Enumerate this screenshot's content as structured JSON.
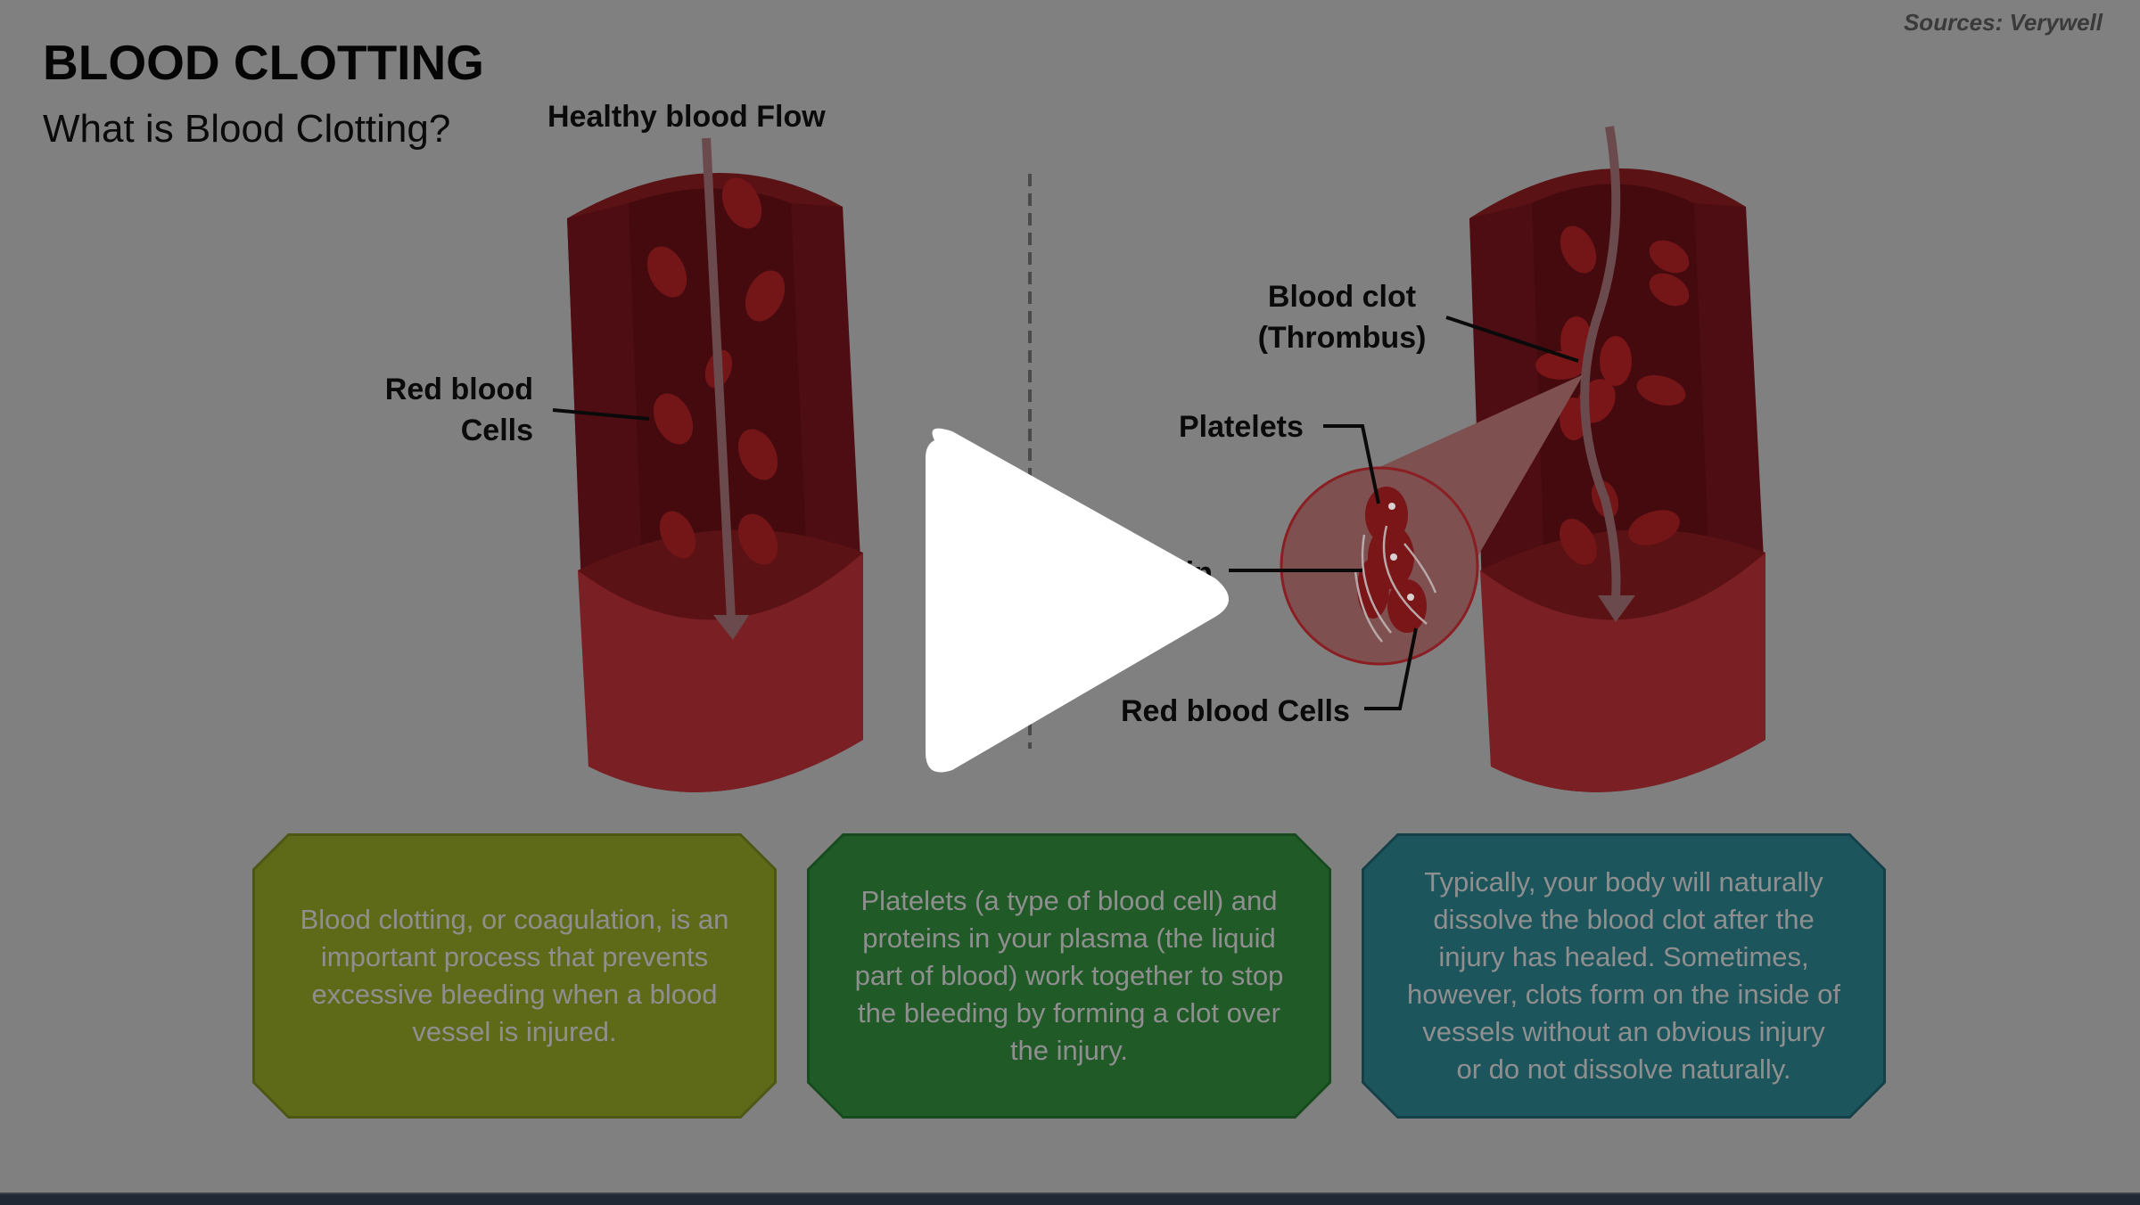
{
  "slide": {
    "title": "BLOOD CLOTTING",
    "subtitle": "What is Blood Clotting?",
    "source": "Sources: Verywell"
  },
  "diagram": {
    "healthy_label": "Healthy blood Flow",
    "rbc_left_label_line1": "Red blood",
    "rbc_left_label_line2": "Cells",
    "clot_label_line1": "Blood clot",
    "clot_label_line2": "(Thrombus)",
    "platelets_label": "Platelets",
    "fibrin_label_partial": "in",
    "rbc_right_label": "Red blood Cells"
  },
  "cards": [
    {
      "text": "Blood clotting, or coagulation, is an important process that prevents excessive bleeding when a blood vessel is injured.",
      "color": "#5f6a19"
    },
    {
      "text": "Platelets (a type of blood cell) and proteins in your plasma (the liquid part of blood) work together to stop the bleeding by forming a clot over the injury.",
      "color": "#1f5a27"
    },
    {
      "text": "Typically, your body will naturally dissolve the blood clot after the injury has healed. Sometimes, however, clots form on the inside of vessels without an obvious injury or do not dissolve naturally.",
      "color": "#1d555d"
    }
  ],
  "overlay": {
    "play_icon": "play-icon",
    "dim_color": "#808080"
  },
  "colors": {
    "vessel_outer": "#5a1214",
    "vessel_wall": "#4e0d13",
    "vessel_lumen": "#440a0e",
    "vessel_cut": "#7a1f24",
    "rbc": "#741518",
    "rbc_center": "#651214",
    "flow_arrow": "#6a4a4c"
  }
}
